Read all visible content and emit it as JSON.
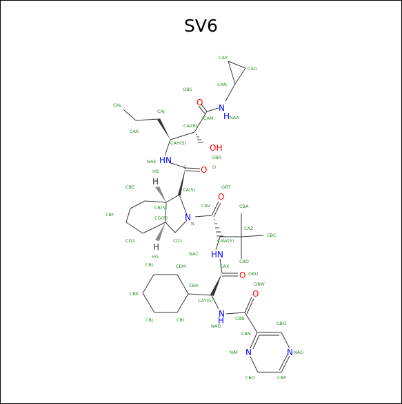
{
  "title": "SV6",
  "colors": {
    "bond": "#333333",
    "atom_label": "#2e8b2e",
    "oxygen": "#ff0000",
    "nitrogen": "#0000ff",
    "hydrogen_on_heteroatom": "#0000ff",
    "stereo_wedge": "#888888"
  },
  "atom_labels": [
    "CAP",
    "CAO",
    "CAN",
    "OBS",
    "NAA",
    "CAM",
    "CAL",
    "CAJ",
    "CAI(R)",
    "CAK",
    "CAH(S)",
    "OBR",
    "NAE",
    "HB",
    "C",
    "O",
    "CBE",
    "CA(S)",
    "OBT",
    "CB(S)",
    "CBF",
    "CG(R)",
    "CAV",
    "CBA",
    "N",
    "CAZ",
    "CBC",
    "CD2",
    "CD1",
    "CAW(S)",
    "NAC",
    "HG",
    "CBD",
    "CBL",
    "CBM",
    "CAX",
    "OBU",
    "OBW",
    "CBH",
    "CBK",
    "CAY(S)",
    "CBJ",
    "CBI",
    "NAD",
    "CBB",
    "CBQ",
    "CBN",
    "NAF",
    "NAG",
    "CBO",
    "CBP"
  ],
  "heteroatom_symbols": {
    "o_obs": "O",
    "n_naa": "N",
    "h_naa": "H",
    "oh_obr": "OH",
    "hn_nae": "HN",
    "o_c": "O",
    "h_hb": "H",
    "n_n": "N",
    "o_obt": "O",
    "h_hg": "H",
    "hn_nac": "HN",
    "o_obu": "O",
    "o_obw": "O",
    "n_nad": "N",
    "h_nad": "H",
    "n_naf": "N",
    "n_nag": "N"
  }
}
